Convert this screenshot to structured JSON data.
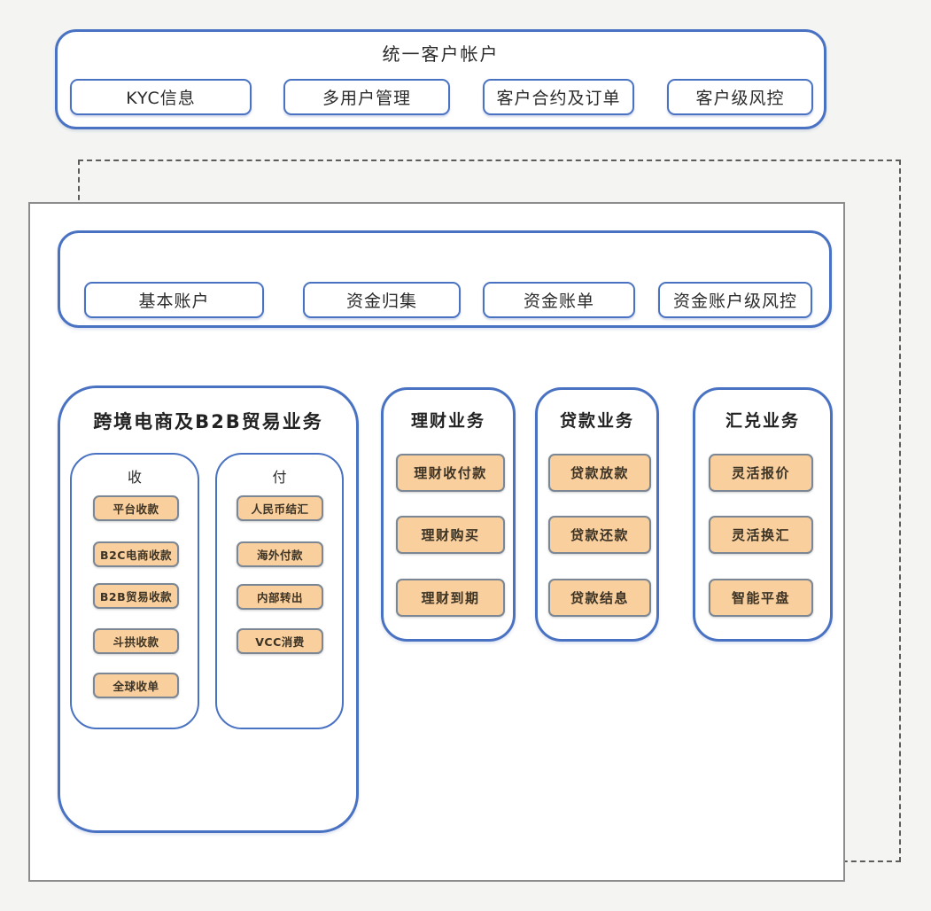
{
  "colors": {
    "page_bg": "#f4f5f2",
    "panel_border_blue": "#4a72c3",
    "outer_rect_border": "#8c8c8c",
    "dashed_border": "#5c5c5c",
    "orange_fill": "#f9cf9e",
    "orange_border": "#7b8794",
    "text": "#2d2d2d"
  },
  "customer_panel": {
    "title": "统一客户帐户",
    "items": [
      "KYC信息",
      "多用户管理",
      "客户合约及订单",
      "客户级风控"
    ]
  },
  "fund_panel": {
    "items": [
      "基本账户",
      "资金归集",
      "资金账单",
      "资金账户级风控"
    ]
  },
  "trade_panel": {
    "title": "跨境电商及B2B贸易业务",
    "receive": {
      "label": "收",
      "items": [
        "平台收款",
        "B2C电商收款",
        "B2B贸易收款",
        "斗拱收款",
        "全球收单"
      ]
    },
    "pay": {
      "label": "付",
      "items": [
        "人民币结汇",
        "海外付款",
        "内部转出",
        "VCC消费"
      ]
    }
  },
  "wealth_panel": {
    "title": "理财业务",
    "items": [
      "理财收付款",
      "理财购买",
      "理财到期"
    ]
  },
  "loan_panel": {
    "title": "贷款业务",
    "items": [
      "贷款放款",
      "贷款还款",
      "贷款结息"
    ]
  },
  "fx_panel": {
    "title": "汇兑业务",
    "items": [
      "灵活报价",
      "灵活换汇",
      "智能平盘"
    ]
  }
}
